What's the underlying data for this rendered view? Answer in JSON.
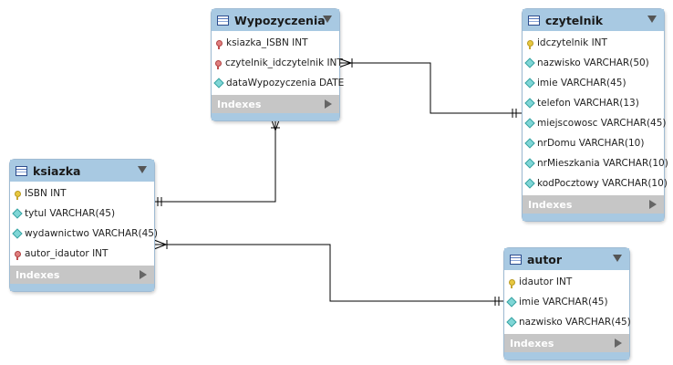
{
  "tables": {
    "wypozyczenia": {
      "name": "Wypozyczenia",
      "columns": [
        {
          "label": "ksiazka_ISBN INT",
          "icon": "foreign-key-icon"
        },
        {
          "label": "czytelnik_idczytelnik INT",
          "icon": "foreign-key-icon"
        },
        {
          "label": "dataWypozyczenia DATE",
          "icon": "column-icon"
        }
      ],
      "indexes_label": "Indexes"
    },
    "czytelnik": {
      "name": "czytelnik",
      "columns": [
        {
          "label": "idczytelnik INT",
          "icon": "primary-key-icon"
        },
        {
          "label": "nazwisko VARCHAR(50)",
          "icon": "column-icon"
        },
        {
          "label": "imie VARCHAR(45)",
          "icon": "column-icon"
        },
        {
          "label": "telefon VARCHAR(13)",
          "icon": "column-icon"
        },
        {
          "label": "miejscowosc VARCHAR(45)",
          "icon": "column-icon"
        },
        {
          "label": "nrDomu VARCHAR(10)",
          "icon": "column-icon"
        },
        {
          "label": "nrMieszkania VARCHAR(10)",
          "icon": "column-icon"
        },
        {
          "label": "kodPocztowy VARCHAR(10)",
          "icon": "column-icon"
        }
      ],
      "indexes_label": "Indexes"
    },
    "ksiazka": {
      "name": "ksiazka",
      "columns": [
        {
          "label": "ISBN INT",
          "icon": "primary-key-icon"
        },
        {
          "label": "tytul VARCHAR(45)",
          "icon": "column-icon"
        },
        {
          "label": "wydawnictwo VARCHAR(45)",
          "icon": "column-icon"
        },
        {
          "label": "autor_idautor INT",
          "icon": "foreign-key-icon"
        }
      ],
      "indexes_label": "Indexes"
    },
    "autor": {
      "name": "autor",
      "columns": [
        {
          "label": "idautor INT",
          "icon": "primary-key-icon"
        },
        {
          "label": "imie VARCHAR(45)",
          "icon": "column-icon"
        },
        {
          "label": "nazwisko VARCHAR(45)",
          "icon": "column-icon"
        }
      ],
      "indexes_label": "Indexes"
    }
  },
  "colors": {
    "header": "#a8c9e2",
    "indexes_bar": "#c6c6c6",
    "connector": "#000000"
  }
}
